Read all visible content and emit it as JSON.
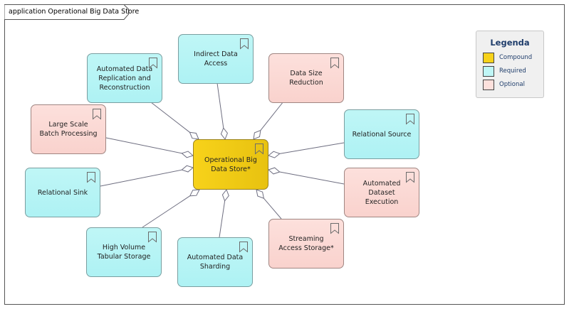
{
  "diagram": {
    "frame_title": "application Operational Big Data Store",
    "center": {
      "label": "Operational Big Data Store*",
      "kind": "compound"
    },
    "nodes": [
      {
        "id": "indirect-data-access",
        "label": "Indirect Data Access",
        "kind": "required"
      },
      {
        "id": "automated-data-replication",
        "label": "Automated Data Replication and Reconstruction",
        "kind": "required"
      },
      {
        "id": "data-size-reduction",
        "label": "Data Size Reduction",
        "kind": "optional"
      },
      {
        "id": "large-scale-batch-processing",
        "label": "Large Scale Batch Processing",
        "kind": "optional"
      },
      {
        "id": "relational-source",
        "label": "Relational Source",
        "kind": "required"
      },
      {
        "id": "relational-sink",
        "label": "Relational Sink",
        "kind": "required"
      },
      {
        "id": "automated-dataset-execution",
        "label": "Automated Dataset Execution",
        "kind": "optional"
      },
      {
        "id": "high-volume-tabular-storage",
        "label": "High Volume Tabular Storage",
        "kind": "required"
      },
      {
        "id": "streaming-access-storage",
        "label": "Streaming Access Storage*",
        "kind": "optional"
      },
      {
        "id": "automated-data-sharding",
        "label": "Automated Data Sharding",
        "kind": "required"
      }
    ],
    "connector": "aggregation-diamond",
    "icons": {
      "node": "bookmark-icon"
    }
  },
  "legend": {
    "title": "Legenda",
    "items": [
      {
        "label": "Compound",
        "color": "#f7d21a"
      },
      {
        "label": "Required",
        "color": "#bff6f6"
      },
      {
        "label": "Optional",
        "color": "#fde0dc"
      }
    ]
  },
  "colors": {
    "compound": "#f7d21a",
    "required": "#bff6f6",
    "optional": "#fde0dc",
    "line": "#6e6e80"
  }
}
